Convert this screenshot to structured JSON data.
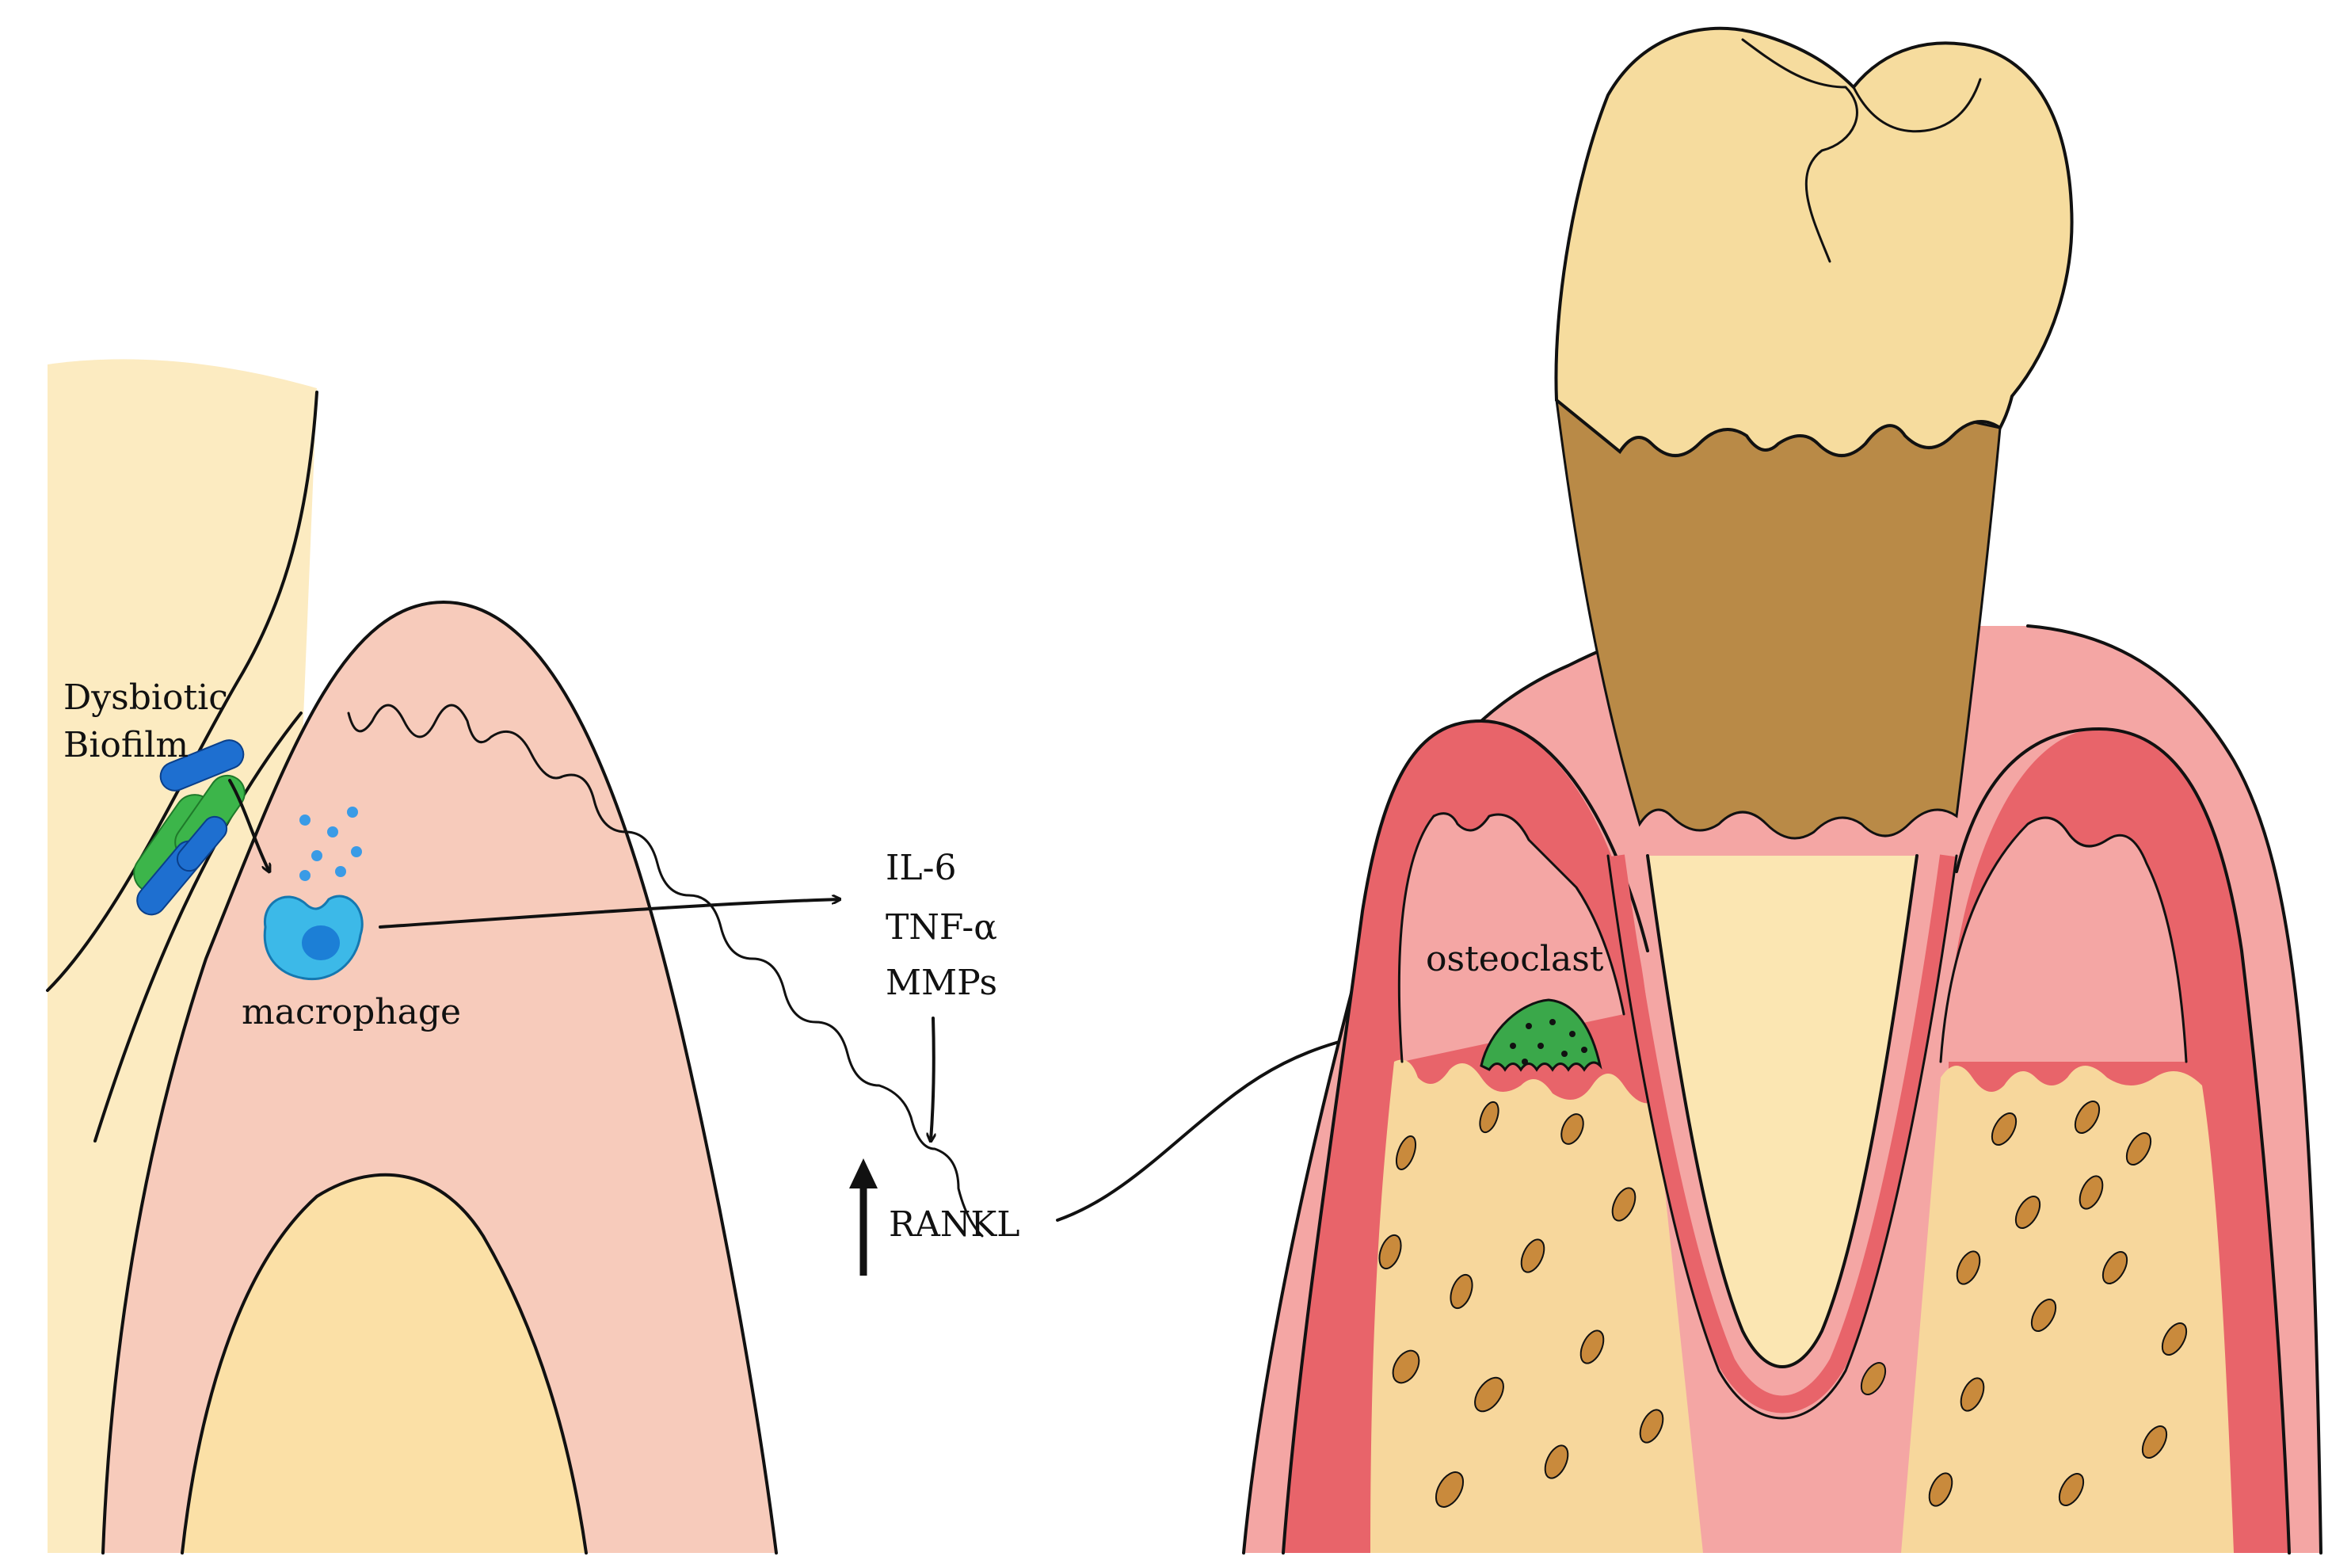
{
  "labels": {
    "biofilm_line1": "Dysbiotic",
    "biofilm_line2": "Biofilm",
    "macrophage": "macrophage",
    "cytokine_1": "IL-6",
    "cytokine_2": "TNF-α",
    "cytokine_3": "MMPs",
    "rankl": "RANKL",
    "osteoclast": "osteoclast"
  },
  "colors": {
    "enamel": "#f6dc9e",
    "tooth_background": "#fbe7b6",
    "gingiva": "#f7cbbb",
    "gingiva_edge": "#f0a890",
    "inflamed_gingiva": "#e8646a",
    "inflamed_light": "#f4a6a4",
    "calculus": "#b98a47",
    "bone": "#f7d79c",
    "bone_spaces": "#c98a3c",
    "root": "#fbe6b2",
    "macrophage": "#3cb9e8",
    "macrophage_nucleus": "#1c7fd6",
    "bacteria_green": "#3cb54a",
    "bacteria_blue": "#1e6fd0",
    "osteoclast": "#3aa84a",
    "ink": "#111111"
  }
}
